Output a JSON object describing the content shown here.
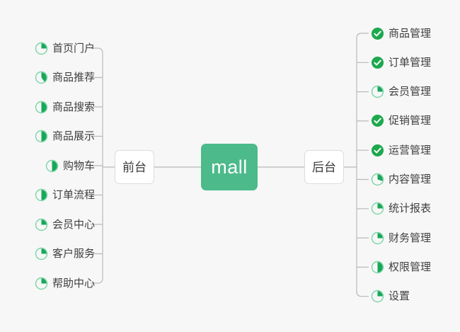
{
  "diagram": {
    "type": "mind-map",
    "background_color": "#f7f7f7",
    "accent_color": "#4cba8b",
    "done_color": "#1ea84e",
    "ring_color": "#7ed5a8",
    "line_color": "#b9b9b9",
    "center": {
      "label": "mall"
    },
    "branches": [
      {
        "id": "front",
        "label": "前台",
        "side": "left"
      },
      {
        "id": "back",
        "label": "后台",
        "side": "right"
      }
    ],
    "left_items": [
      {
        "label": "首页门户",
        "status": "partial",
        "percent": 25
      },
      {
        "label": "商品推荐",
        "status": "partial",
        "percent": 40
      },
      {
        "label": "商品搜索",
        "status": "partial",
        "percent": 50
      },
      {
        "label": "商品展示",
        "status": "partial",
        "percent": 50
      },
      {
        "label": "购物车",
        "status": "partial",
        "percent": 50
      },
      {
        "label": "订单流程",
        "status": "partial",
        "percent": 50
      },
      {
        "label": "会员中心",
        "status": "partial",
        "percent": 25
      },
      {
        "label": "客户服务",
        "status": "partial",
        "percent": 25
      },
      {
        "label": "帮助中心",
        "status": "partial",
        "percent": 25
      }
    ],
    "right_items": [
      {
        "label": "商品管理",
        "status": "done",
        "percent": 100
      },
      {
        "label": "订单管理",
        "status": "done",
        "percent": 100
      },
      {
        "label": "会员管理",
        "status": "partial",
        "percent": 25
      },
      {
        "label": "促销管理",
        "status": "done",
        "percent": 100
      },
      {
        "label": "运营管理",
        "status": "done",
        "percent": 100
      },
      {
        "label": "内容管理",
        "status": "partial",
        "percent": 30
      },
      {
        "label": "统计报表",
        "status": "partial",
        "percent": 25
      },
      {
        "label": "财务管理",
        "status": "partial",
        "percent": 25
      },
      {
        "label": "权限管理",
        "status": "partial",
        "percent": 50
      },
      {
        "label": "设置",
        "status": "partial",
        "percent": 25
      }
    ],
    "icons": {
      "done": "check-circle-icon",
      "partial": "progress-pie-icon"
    }
  }
}
